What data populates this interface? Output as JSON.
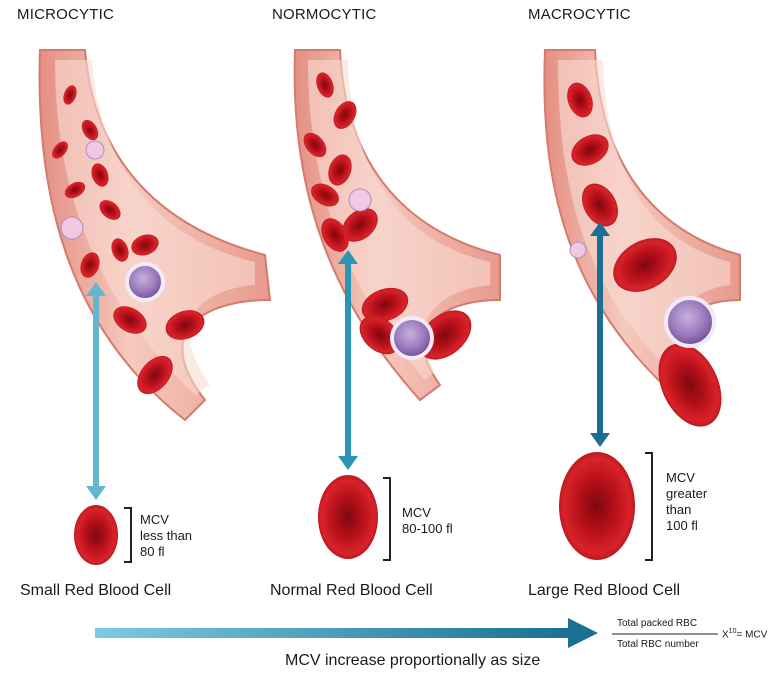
{
  "panels": [
    {
      "title": "MICROCYTIC",
      "mcv_lines": [
        "MCV",
        "less than",
        "80 fl"
      ],
      "caption": "Small Red Blood Cell"
    },
    {
      "title": "NORMOCYTIC",
      "mcv_lines": [
        "MCV",
        "80-100 fl"
      ],
      "caption": "Normal Red Blood Cell"
    },
    {
      "title": "MACROCYTIC",
      "mcv_lines": [
        "MCV",
        "greater",
        "than",
        "100 fl"
      ],
      "caption": "Large Red Blood Cell"
    }
  ],
  "formula": {
    "numerator": "Total packed RBC",
    "denominator": "Total RBC number",
    "multiplier": "X",
    "exponent": "10",
    "result": "= MCV"
  },
  "footer": "MCV increase proportionally as size",
  "colors": {
    "vessel_light": "#f2b3a6",
    "vessel_wall": "#e9968a",
    "vessel_inner": "#f7d2c8",
    "rbc": "#c8131b",
    "rbc_dark": "#8e0a10",
    "wbc": "#8a63a8",
    "platelet": "#e8b7d8",
    "arrow_light": "#62b7cf",
    "arrow_mid": "#2a95b5",
    "arrow_dark": "#1a6f93"
  }
}
